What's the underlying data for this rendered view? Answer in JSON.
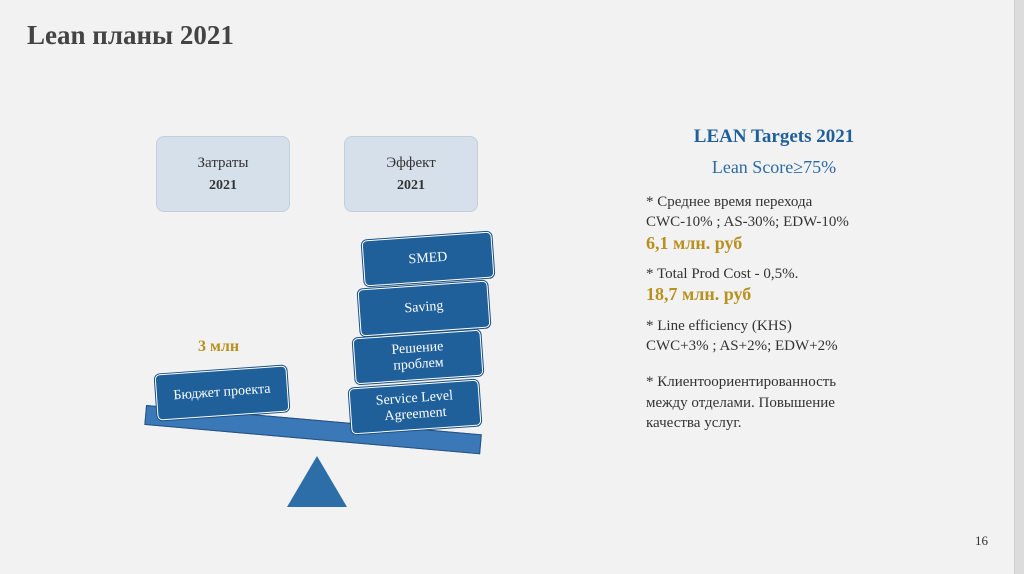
{
  "slide": {
    "title": "Lean планы 2021",
    "page_number": "16"
  },
  "categories": {
    "costs": {
      "label": "Затраты",
      "year": "2021"
    },
    "effect": {
      "label": "Эффект",
      "year": "2021"
    }
  },
  "scale": {
    "budget_amount": "3 млн",
    "left_box": "Бюджет проекта",
    "right_stack": [
      "SMED",
      "Saving",
      "Решение проблем",
      "Service Level Agreement"
    ]
  },
  "targets": {
    "heading": "LEAN Targets 2021",
    "subheading": "Lean Score≥75%",
    "items": [
      {
        "text_line1": "* Среднее время перехода",
        "text_line2": "CWC-10% ; AS-30%; EDW-10%",
        "amount": "6,1 млн. руб"
      },
      {
        "text_line1": "* Total Prod Cost - 0,5%.",
        "text_line2": "",
        "amount": "18,7 млн. руб"
      },
      {
        "text_line1": "* Line efficiency (KHS)",
        "text_line2": "CWC+3% ; AS+2%; EDW+2%",
        "amount": ""
      },
      {
        "text_line1": "* Клиентоориентированность",
        "text_line2": "между отделами. Повышение",
        "text_line3": "качества услуг."
      }
    ]
  },
  "colors": {
    "accent_blue": "#1f5f9a",
    "gold": "#b8901e",
    "light_box": "#d6e0ea"
  }
}
